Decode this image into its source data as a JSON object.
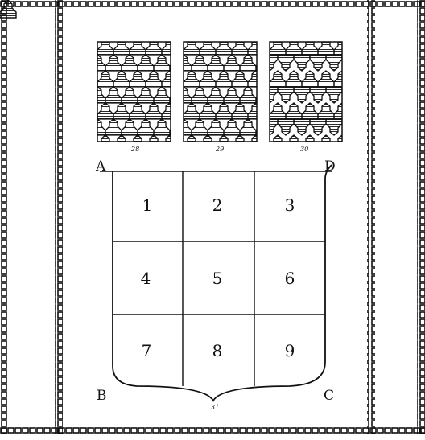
{
  "corner_labels": {
    "a": "A",
    "b": "B",
    "c": "C",
    "d": "D"
  },
  "tile_captions": [
    "28",
    "29",
    "30"
  ],
  "shield_caption": "31",
  "grid_numbers": [
    "1",
    "2",
    "3",
    "4",
    "5",
    "6",
    "7",
    "8",
    "9"
  ],
  "colors": {
    "ink": "#111111",
    "paper": "#ffffff"
  }
}
